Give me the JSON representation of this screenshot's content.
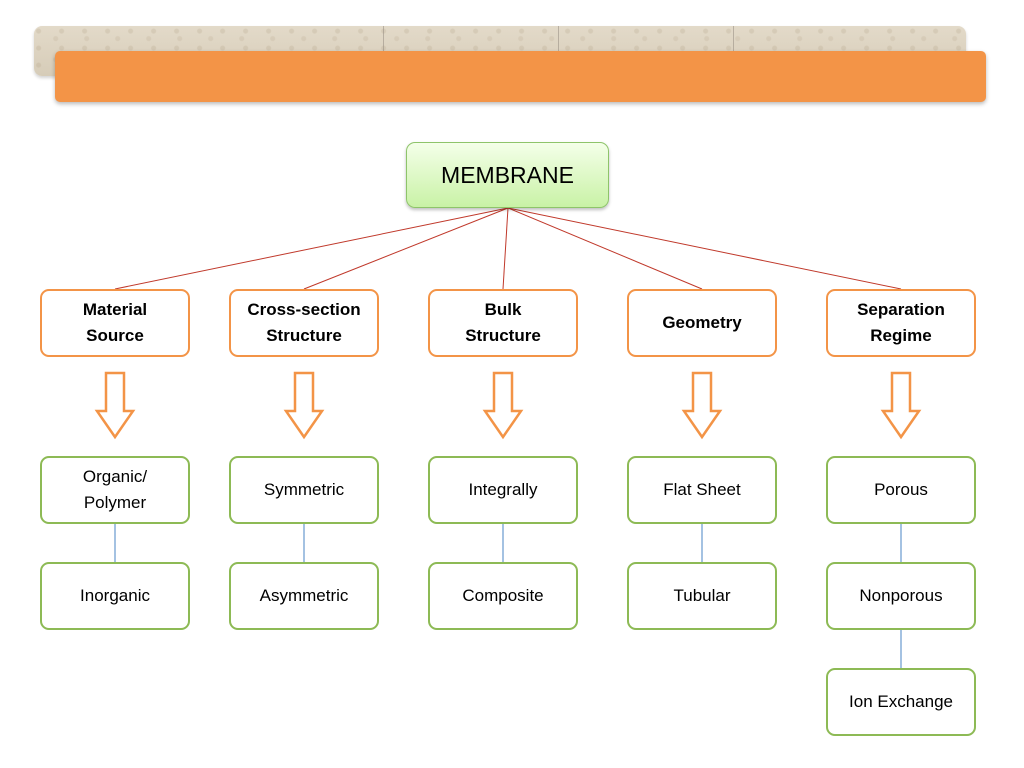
{
  "root": {
    "label": "MEMBRANE"
  },
  "categories": [
    {
      "label": "Material\nSource",
      "items": [
        "Organic/\nPolymer",
        "Inorganic"
      ]
    },
    {
      "label": "Cross-section\nStructure",
      "items": [
        "Symmetric",
        "Asymmetric"
      ]
    },
    {
      "label": "Bulk\nStructure",
      "items": [
        "Integrally",
        "Composite"
      ]
    },
    {
      "label": "Geometry",
      "items": [
        "Flat Sheet",
        "Tubular"
      ]
    },
    {
      "label": "Separation\nRegime",
      "items": [
        "Porous",
        "Nonporous",
        "Ion Exchange"
      ]
    }
  ],
  "colors": {
    "header_bar": "#f39447",
    "category_border": "#f39447",
    "leaf_border": "#8dba55",
    "root_fill": "#c9f2a6",
    "root_lines": "#c0392b",
    "leaf_links": "#4a86c5",
    "arrow": "#f39447"
  }
}
